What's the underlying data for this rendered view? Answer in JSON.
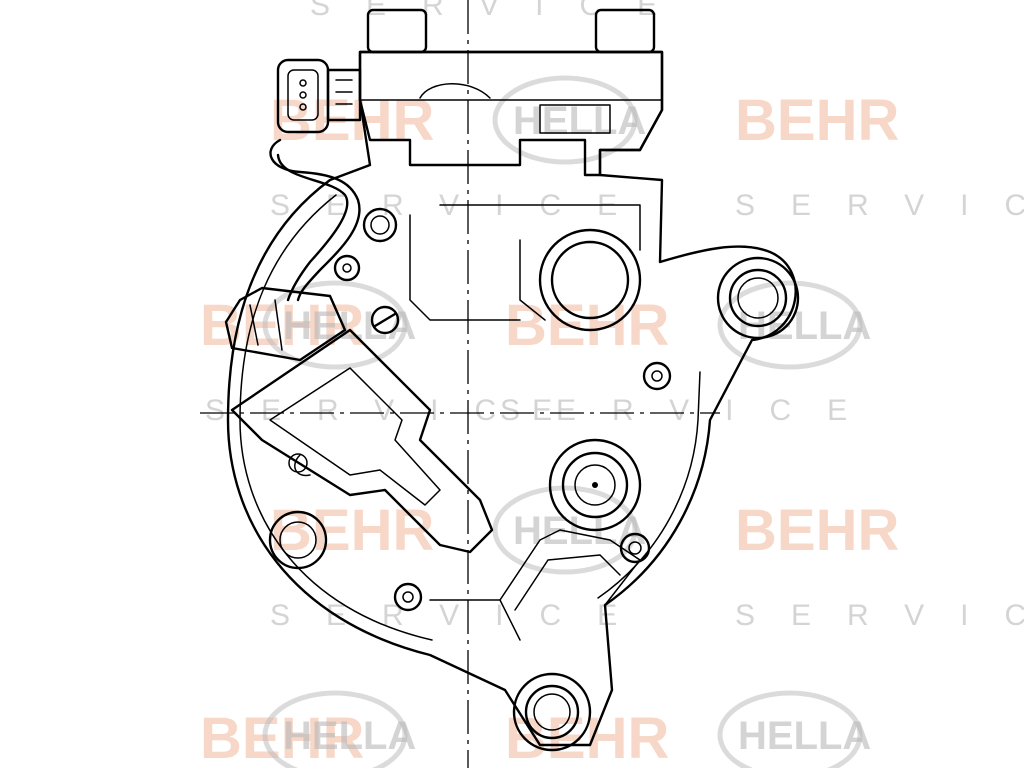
{
  "watermarks": {
    "behr": "BEHR",
    "service": "SERVICE",
    "hella": "HELLA"
  },
  "colors": {
    "line": "#000000",
    "background": "#ffffff",
    "watermark_behr": "#f2b89a",
    "watermark_grey": "#b8b8b8"
  }
}
